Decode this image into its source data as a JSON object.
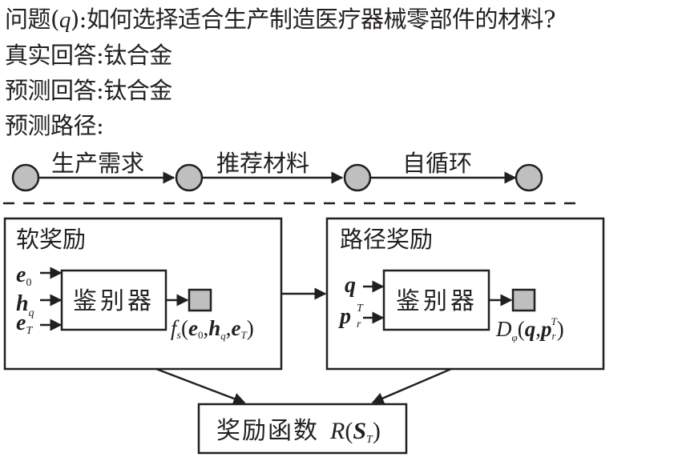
{
  "header": {
    "question_label": "问题",
    "question_symbol": "q",
    "question_text": ":如何选择适合生产制造医疗器械零部件的材料?",
    "true_answer_label": "真实回答:",
    "true_answer_value": "钛合金",
    "pred_answer_label": "预测回答:",
    "pred_answer_value": "钛合金",
    "pred_path_label": "预测路径:"
  },
  "path": {
    "nodes": 4,
    "edges": [
      "生产需求",
      "推荐材料",
      "自循环"
    ]
  },
  "soft_reward": {
    "title": "软奖励",
    "inputs": [
      {
        "base": "e",
        "sub": "0"
      },
      {
        "base": "h",
        "sub": "q"
      },
      {
        "base": "e",
        "sub": "T"
      }
    ],
    "module_label": "鉴别器",
    "output": {
      "func": "f",
      "func_sub": "s",
      "args": "(e₀,h_q,e_T)"
    }
  },
  "path_reward": {
    "title": "路径奖励",
    "inputs": [
      {
        "base": "q",
        "sub": "",
        "sup": ""
      },
      {
        "base": "p",
        "sub": "r",
        "sup": "T"
      }
    ],
    "module_label": "鉴别器",
    "output": {
      "func": "D",
      "func_sub": "φ",
      "args": "(q,p_r^T)"
    }
  },
  "reward_function": {
    "label": "奖励函数",
    "symbol": "R",
    "arg": "S",
    "arg_sub": "T"
  },
  "colors": {
    "stroke": "#231f20",
    "node_fill": "#bfbfbf",
    "output_fill": "#bfbfbf"
  }
}
